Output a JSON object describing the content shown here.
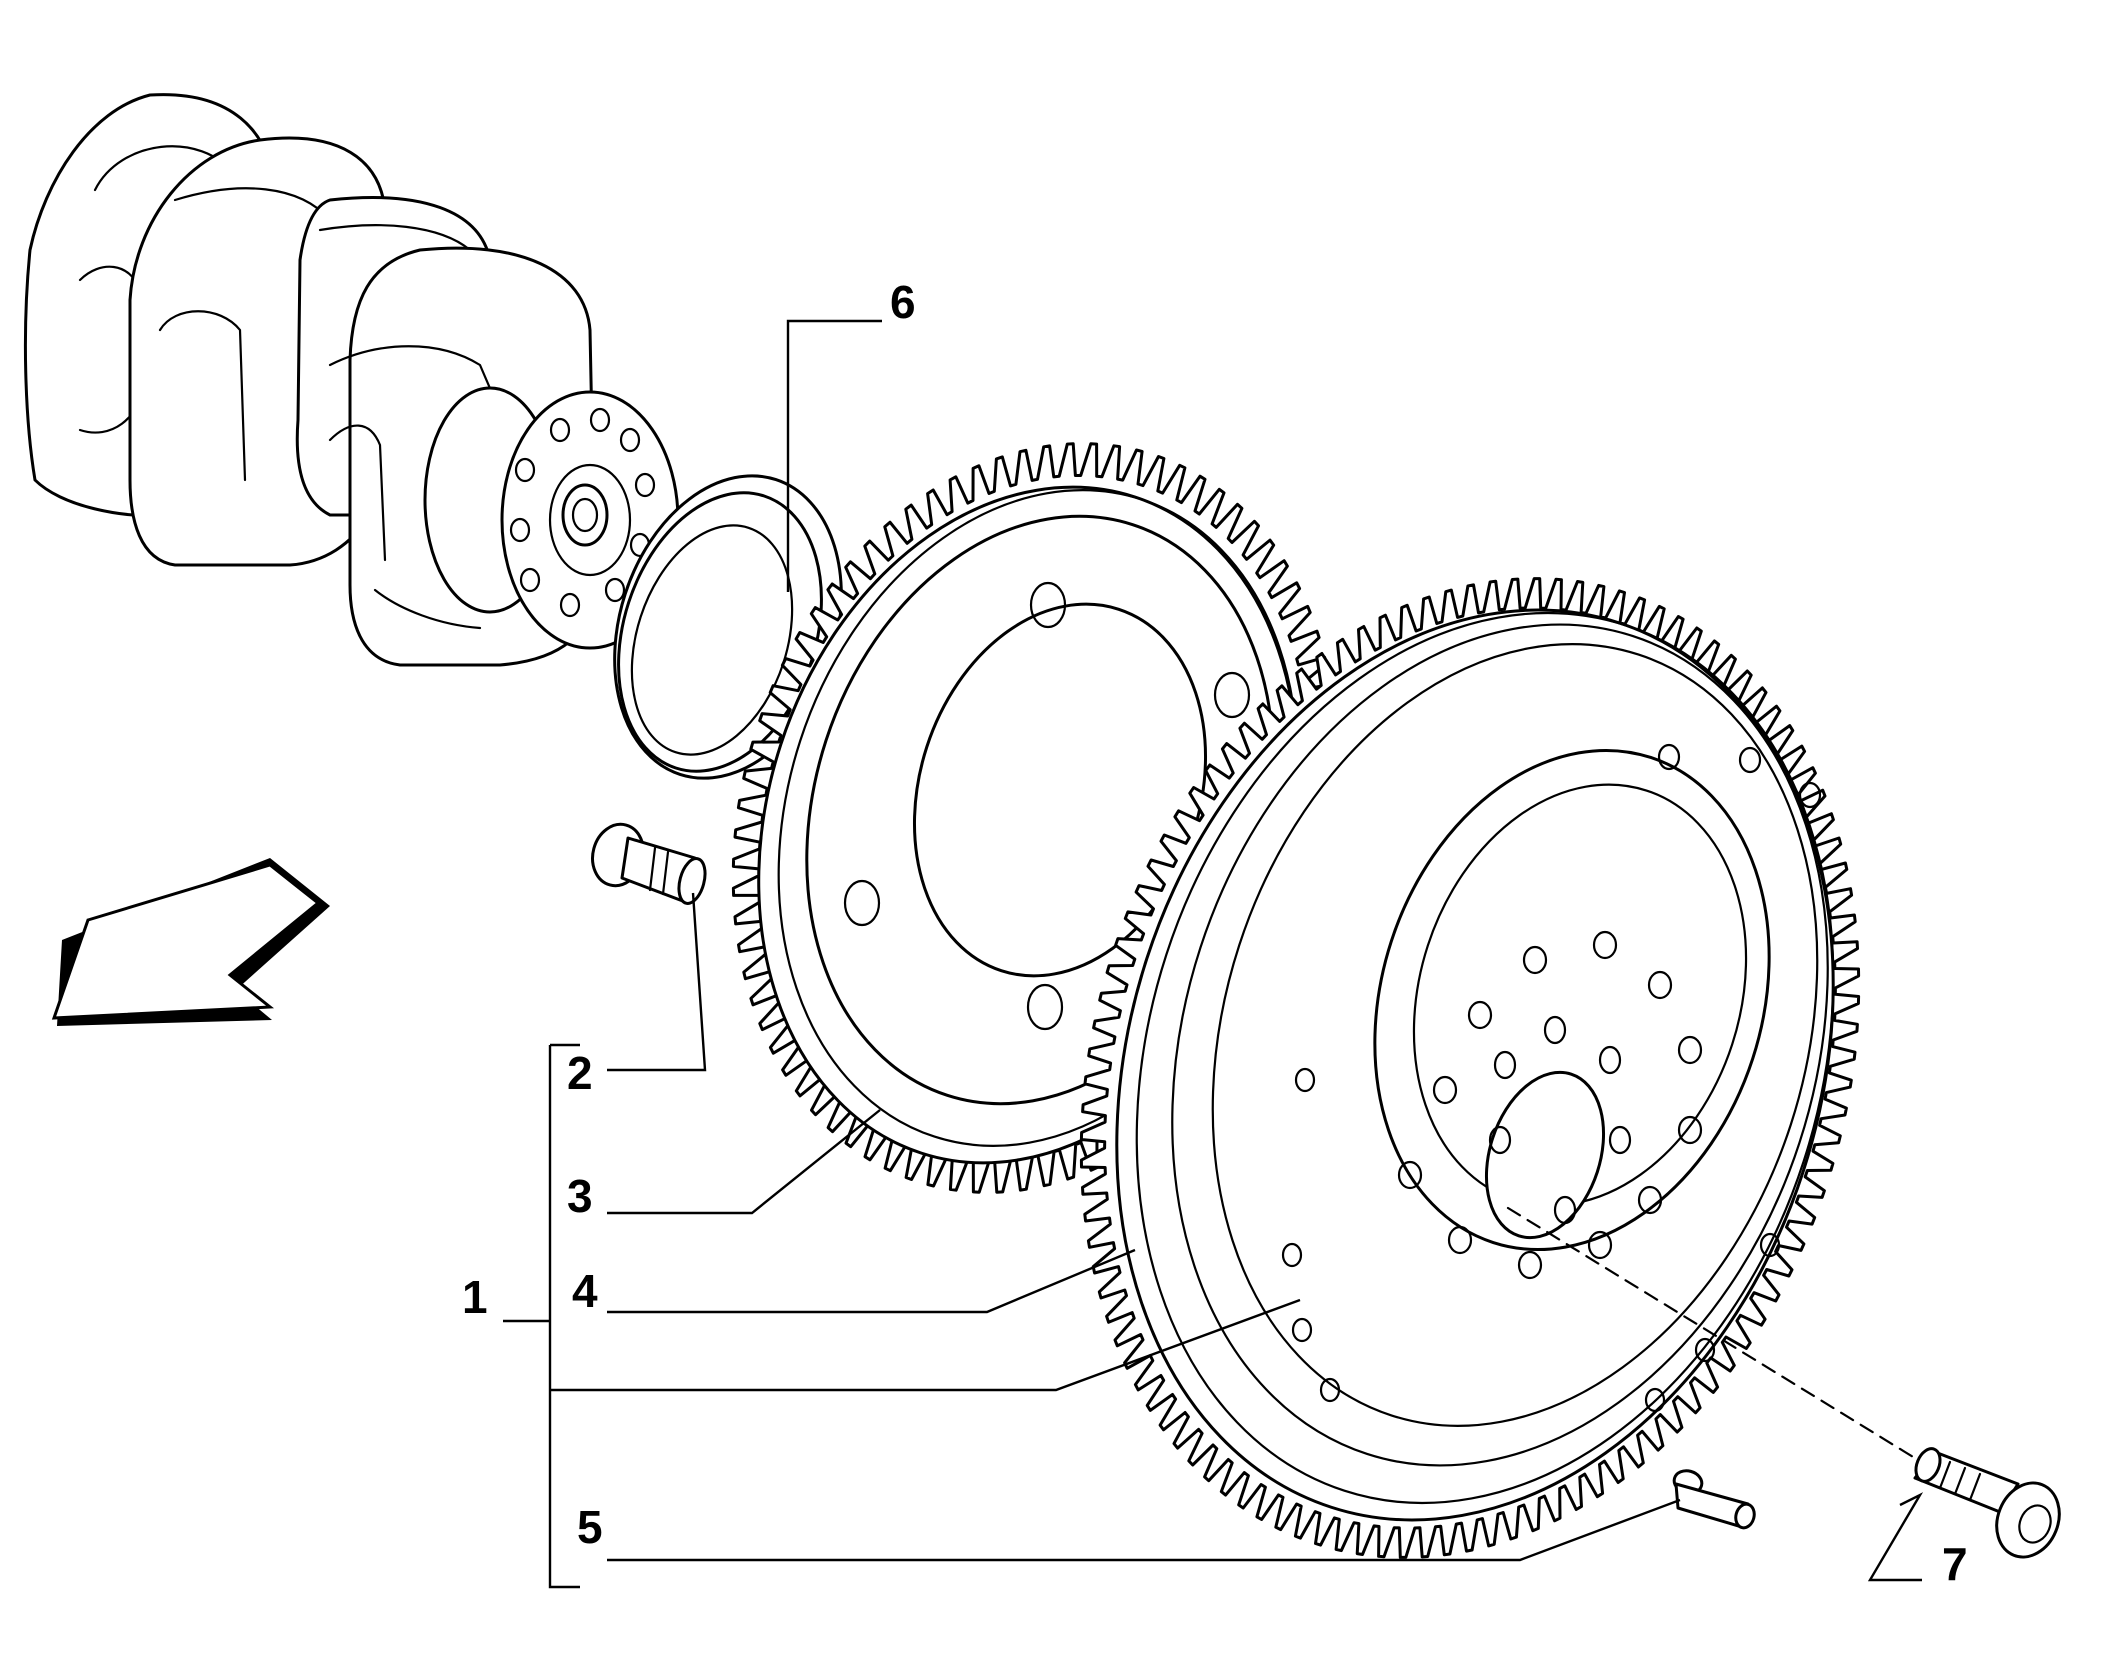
{
  "callouts": [
    {
      "id": "1",
      "label": "1"
    },
    {
      "id": "2",
      "label": "2"
    },
    {
      "id": "3",
      "label": "3"
    },
    {
      "id": "4",
      "label": "4"
    },
    {
      "id": "5",
      "label": "5"
    },
    {
      "id": "6",
      "label": "6"
    },
    {
      "id": "7",
      "label": "7"
    }
  ],
  "icons": {
    "direction_arrow": "arrow-down-left-icon"
  }
}
